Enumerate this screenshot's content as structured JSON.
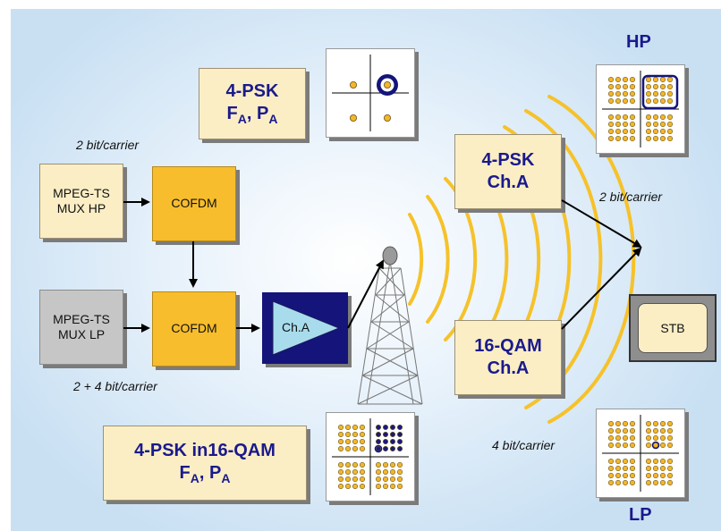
{
  "header_hp": "HP",
  "header_lp": "LP",
  "mux_hp": [
    "MPEG-TS",
    "MUX HP"
  ],
  "mux_lp": [
    "MPEG-TS",
    "MUX LP"
  ],
  "cofdm_top": "COFDM",
  "cofdm_bottom": "COFDM",
  "amplifier": "Ch.A",
  "label_2bit_left": "2 bit/carrier",
  "label_2plus4": "2 + 4 bit/carrier",
  "label_2bit_right": "2 bit/carrier",
  "label_4bit": "4 bit/carrier",
  "psk_top": {
    "line1": "4-PSK",
    "f": "F",
    "f_sub": "A",
    "sep": ", ",
    "p": "P",
    "p_sub": "A"
  },
  "psk_chan": {
    "line1": "4-PSK",
    "line2": "Ch.A"
  },
  "qam_chan": {
    "line1": "16-QAM",
    "line2": "Ch.A"
  },
  "psk_in_qam": {
    "line1": "4-PSK in16-QAM",
    "f": "F",
    "f_sub": "A",
    "sep": ", ",
    "p": "P",
    "p_sub": "A"
  },
  "stb": "STB",
  "colors": {
    "orange": "#f8bd2c",
    "navy": "#14147a",
    "cream": "#fbeec5",
    "waves": "#f6c22a",
    "dot_fill": "#f3b62b",
    "text_blue": "#1a1a8c"
  }
}
